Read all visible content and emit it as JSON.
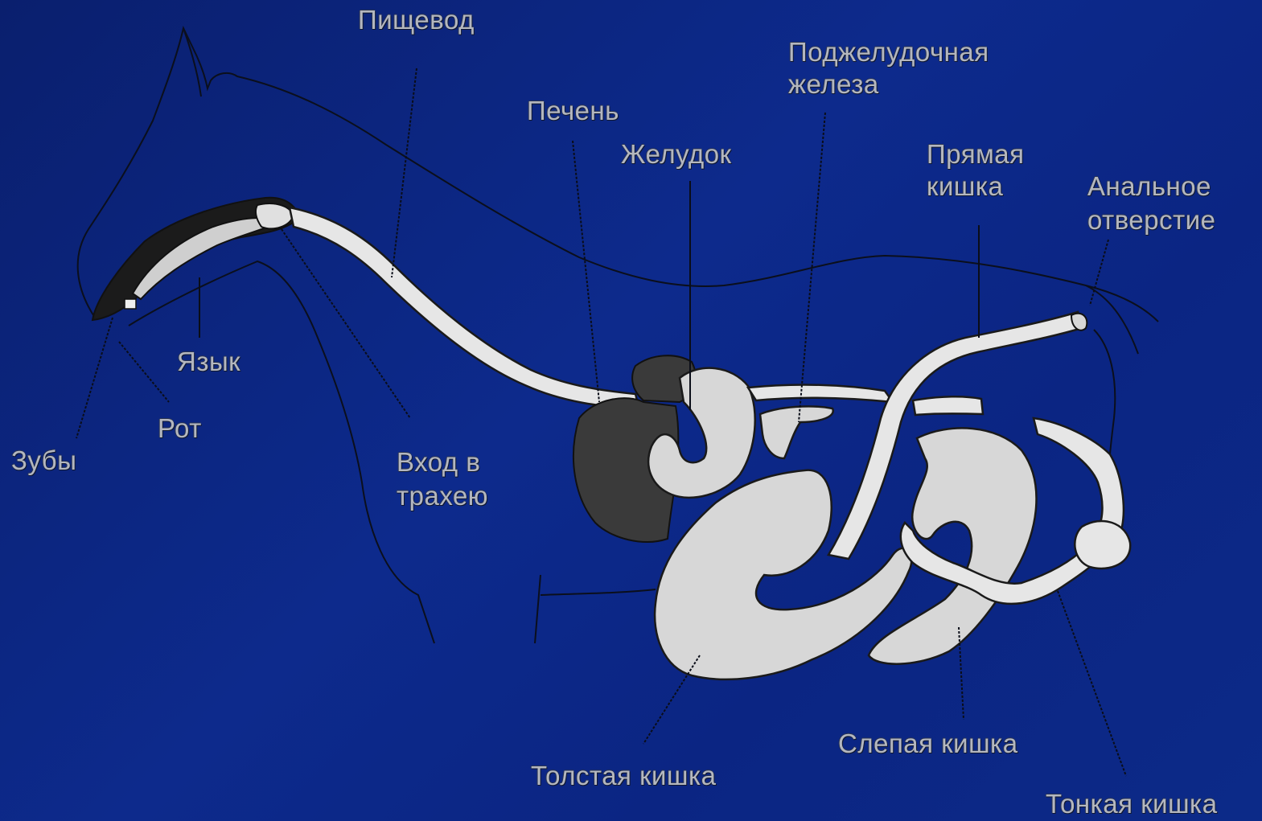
{
  "labels": {
    "esophagus": "Пищевод",
    "pancreas_line1": "Поджелудочная",
    "pancreas_line2": "железа",
    "liver": "Печень",
    "stomach": "Желудок",
    "rectum_line1": "Прямая",
    "rectum_line2": "кишка",
    "anus_line1": "Анальное",
    "anus_line2": "отверстие",
    "tongue": "Язык",
    "mouth": "Рот",
    "teeth": "Зубы",
    "trachea_line1": "Вход в",
    "trachea_line2": "трахею",
    "large_intestine": "Толстая кишка",
    "cecum": "Слепая кишка",
    "small_intestine": "Тонкая кишка"
  },
  "colors": {
    "background": "#0d2a8c",
    "label_text": "#b4b7bf",
    "organ_fill": "#d7d7d7",
    "liver_fill": "#3a3a3a"
  }
}
